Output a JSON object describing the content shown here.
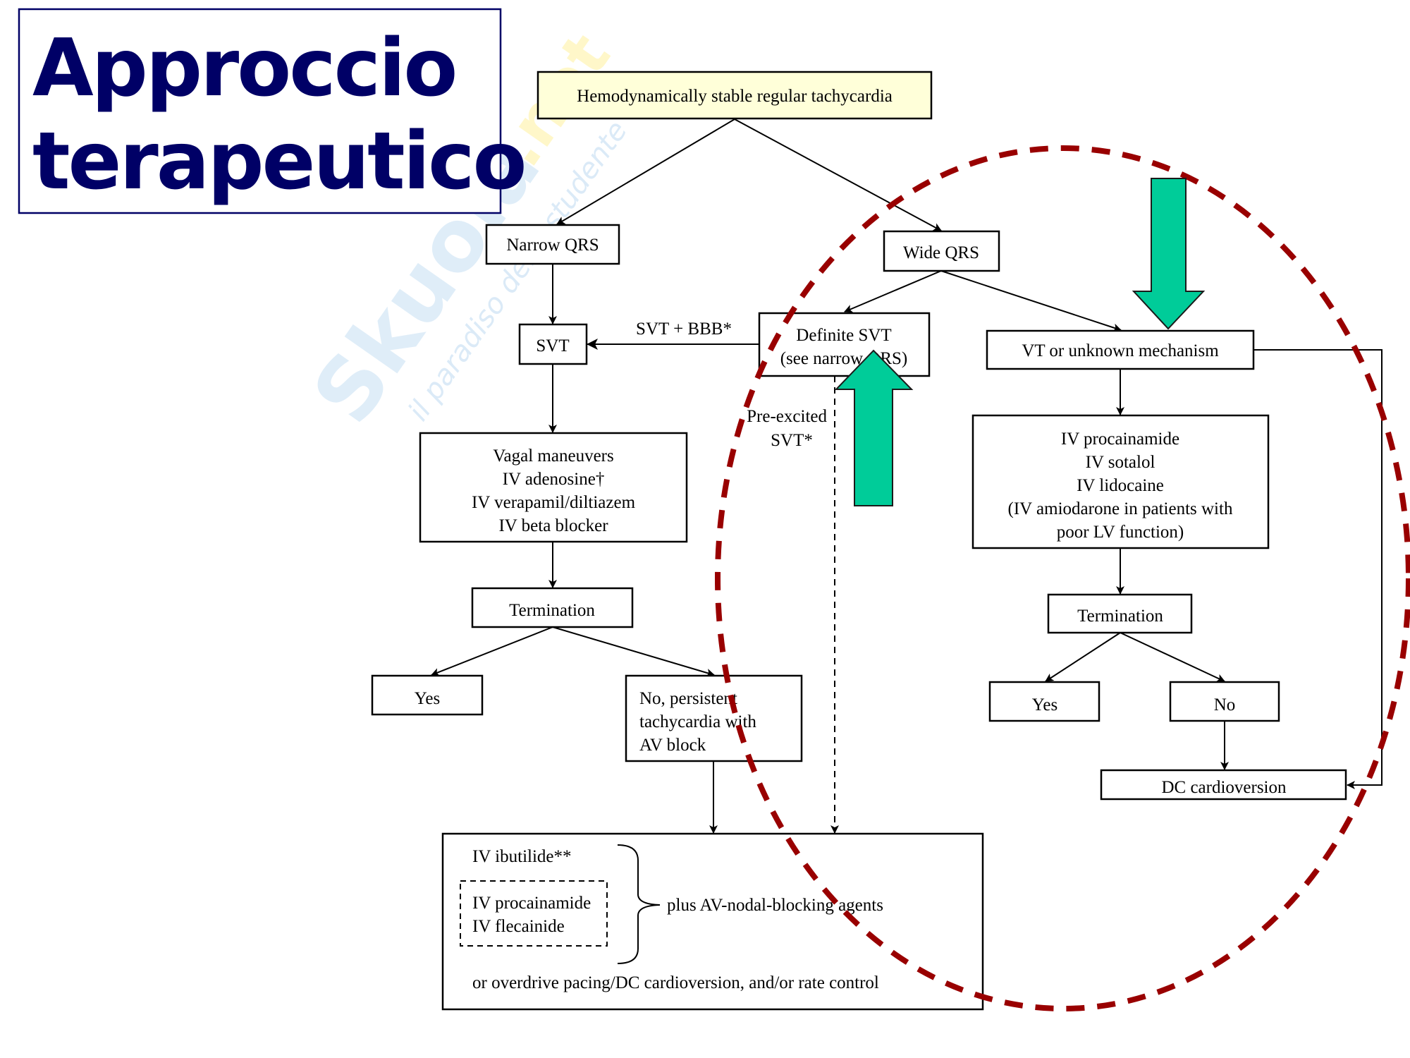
{
  "slide": {
    "title_line1": "Approccio",
    "title_line2": "terapeutico",
    "watermark": {
      "brand": "Skuola",
      "tld": ".net",
      "tagline": "il paradiso dello studente"
    }
  },
  "colors": {
    "title": "#000066",
    "highlight_oval": "#990000",
    "arrow_fill": "#00cc99",
    "root_box_fill": "#ffffd9"
  },
  "flowchart": {
    "root": "Hemodynamically stable regular tachycardia",
    "narrow_qrs": "Narrow QRS",
    "wide_qrs": "Wide QRS",
    "svt": "SVT",
    "svt_bbb_label": "SVT + BBB*",
    "definite_svt": [
      "Definite SVT",
      "(see narrow QRS)"
    ],
    "pre_excited_label": [
      "Pre-excited",
      "SVT*"
    ],
    "vt_unknown": "VT or unknown mechanism",
    "narrow_therapy": [
      "Vagal maneuvers",
      "IV adenosine†",
      "IV verapamil/diltiazem",
      "IV beta blocker"
    ],
    "wide_therapy": [
      "IV procainamide",
      "IV sotalol",
      "IV lidocaine",
      "(IV amiodarone in patients with",
      "poor LV function)"
    ],
    "termination_left": "Termination",
    "termination_right": "Termination",
    "yes_left": "Yes",
    "no_left": [
      "No, persistent",
      "tachycardia with",
      "AV block"
    ],
    "yes_right": "Yes",
    "no_right": "No",
    "dc_cardioversion": "DC cardioversion",
    "final_box": {
      "ibutilide": "IV ibutilide**",
      "dashed_group": [
        "IV procainamide",
        "IV flecainide"
      ],
      "plus": "plus AV-nodal-blocking agents",
      "alternative": "or overdrive pacing/DC cardioversion, and/or rate control"
    }
  }
}
